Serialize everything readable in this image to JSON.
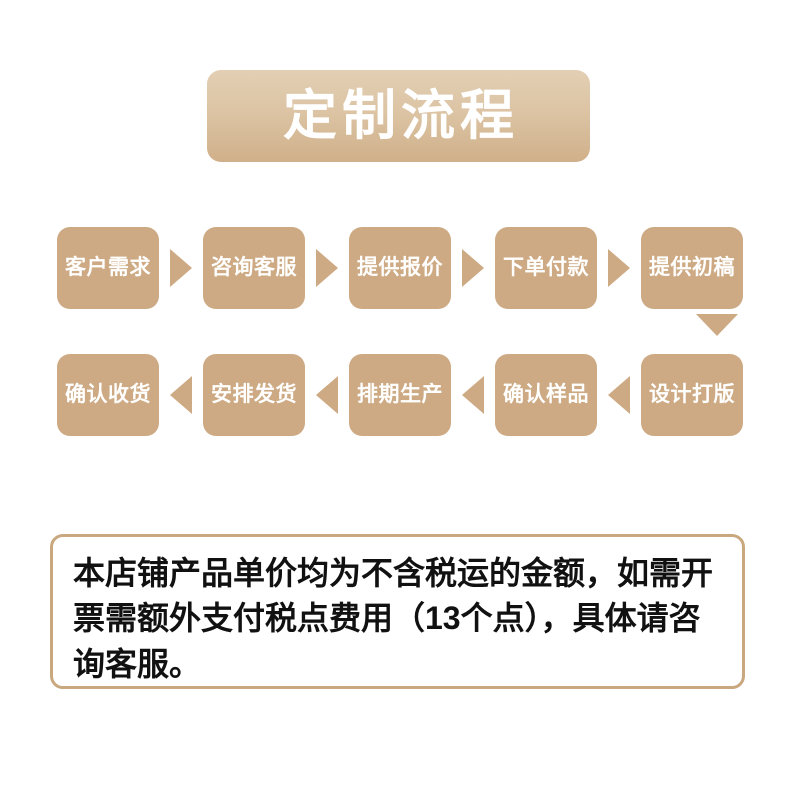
{
  "banner": {
    "title": "定制流程",
    "gradient_from": "#e3cfb4",
    "gradient_to": "#d0b08a",
    "text_color": "#ffffff"
  },
  "theme": {
    "box_color": "#cdaa83",
    "arrow_color": "#cdaa83",
    "notice_border_color": "#c9a87f",
    "notice_text_color": "#111111",
    "page_background": "#ffffff"
  },
  "flow": {
    "row1_direction": "right",
    "row2_direction": "left",
    "connector": "arrow-down",
    "row1": [
      {
        "label": "客户需求"
      },
      {
        "label": "咨询客服"
      },
      {
        "label": "提供报价"
      },
      {
        "label": "下单付款"
      },
      {
        "label": "提供初稿"
      }
    ],
    "row2": [
      {
        "label": "确认收货"
      },
      {
        "label": "安排发货"
      },
      {
        "label": "排期生产"
      },
      {
        "label": "确认样品"
      },
      {
        "label": "设计打版"
      }
    ]
  },
  "notice": {
    "text": "本店铺产品单价均为不含税运的金额，如需开票需额外支付税点费用（13个点），具体请咨询客服。"
  }
}
